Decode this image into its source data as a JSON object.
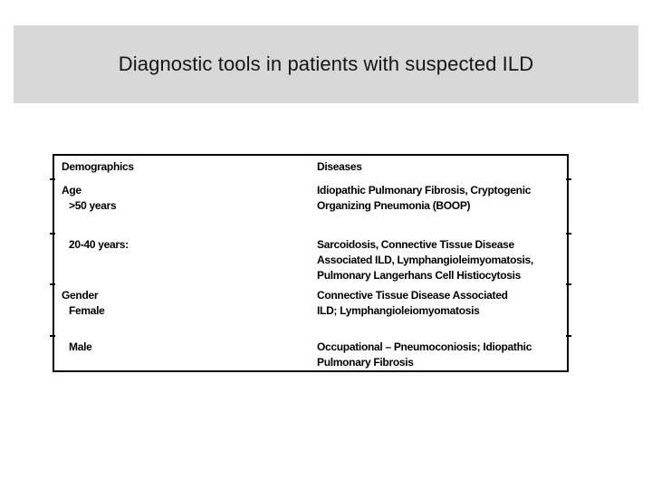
{
  "slide": {
    "title": "Diagnostic tools in patients with suspected ILD"
  },
  "table": {
    "columns": [
      "Demographics",
      "Diseases"
    ],
    "rows": [
      {
        "demographics": [
          "Age",
          ">50 years"
        ],
        "diseases": [
          "Idiopathic Pulmonary Fibrosis, Cryptogenic",
          "Organizing Pneumonia (BOOP)"
        ]
      },
      {
        "demographics": [
          "20-40 years:"
        ],
        "diseases": [
          "Sarcoidosis, Connective Tissue Disease",
          "Associated ILD, Lymphangioleimyomatosis,",
          "Pulmonary Langerhans Cell Histiocytosis"
        ]
      },
      {
        "demographics": [
          "Gender",
          "Female"
        ],
        "diseases": [
          "Connective Tissue Disease Associated",
          "ILD; Lymphangioleiomyomatosis"
        ]
      },
      {
        "demographics": [
          "Male"
        ],
        "diseases": [
          "Occupational – Pneumoconiosis; Idiopathic",
          "Pulmonary Fibrosis"
        ]
      }
    ]
  },
  "colors": {
    "banner_bg": "#d7d7d7",
    "text": "#000000",
    "table_border": "#000000",
    "background": "#ffffff"
  }
}
